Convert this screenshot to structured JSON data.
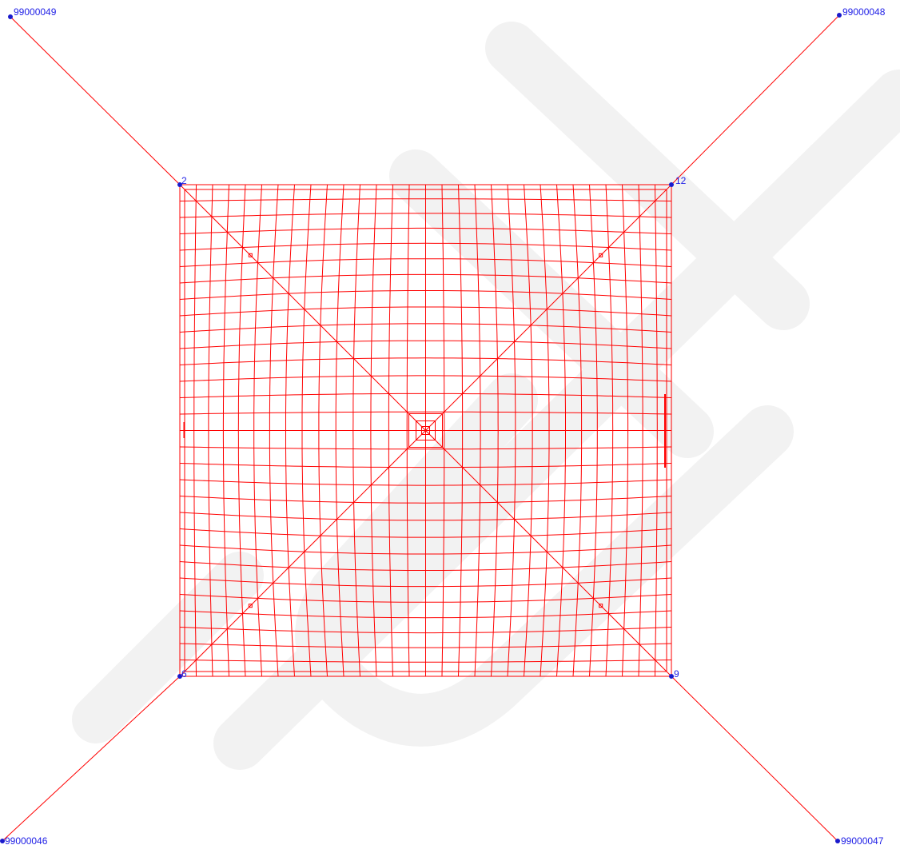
{
  "colors": {
    "mesh": "#ff0000",
    "node": "#1a1acc",
    "label": "#1e1ee6",
    "watermark": "#f2f2f2",
    "background": "#ffffff"
  },
  "watermark": {
    "icon": "watermark-letters"
  },
  "nodes": [
    {
      "id": "2",
      "label": "2"
    },
    {
      "id": "12",
      "label": "12"
    },
    {
      "id": "9",
      "label": "9"
    },
    {
      "id": "6",
      "label": "6"
    },
    {
      "id": "99000049",
      "label": "99000049"
    },
    {
      "id": "99000048",
      "label": "99000048"
    },
    {
      "id": "99000047",
      "label": "99000047"
    },
    {
      "id": "99000046",
      "label": "99000046"
    }
  ],
  "supports": [
    {
      "from": "2",
      "to": "99000049"
    },
    {
      "from": "12",
      "to": "99000048"
    },
    {
      "from": "9",
      "to": "99000047"
    },
    {
      "from": "6",
      "to": "99000046"
    }
  ]
}
